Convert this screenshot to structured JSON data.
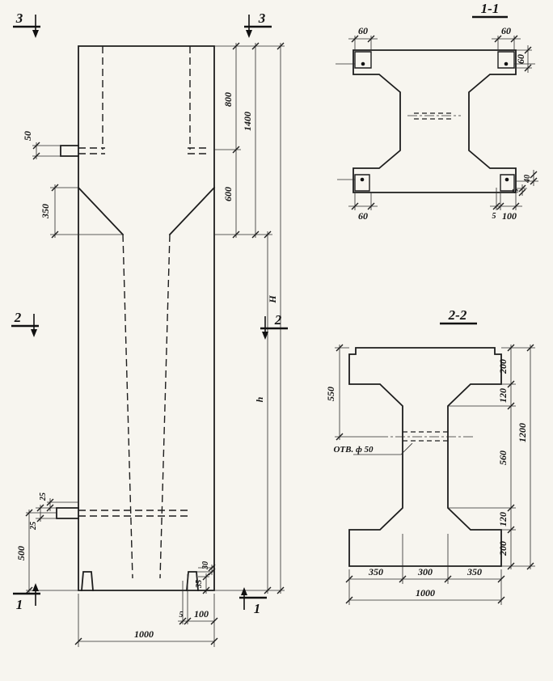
{
  "drawing": {
    "elevation": {
      "markers": {
        "top_left": "3",
        "top_right": "3",
        "mid_left": "2",
        "mid_right": "2",
        "bottom_left": "1",
        "bottom_right": "1"
      },
      "dims": {
        "d50": "50",
        "d350": "350",
        "d800": "800",
        "d1400": "1400",
        "d600": "600",
        "dH": "H",
        "dh": "h",
        "d25_top": "25",
        "d25_bottom": "25",
        "d500": "500",
        "d30": "30",
        "d35": "35",
        "d5": "5",
        "d100": "100",
        "d1000": "1000"
      }
    },
    "section_1_1": {
      "title": "1-1",
      "dims": {
        "top_left_60": "60",
        "top_right_60": "60",
        "right_top_60": "60",
        "bottom_left_60": "60",
        "bottom_5": "5",
        "bottom_100": "100",
        "right_40": "40",
        "right_5": "5"
      }
    },
    "section_2_2": {
      "title": "2-2",
      "hole_label": "ОТВ. ф 50",
      "dims": {
        "d550": "550",
        "d200_top": "200",
        "d120_top": "120",
        "d560": "560",
        "d120_bottom": "120",
        "d200_bottom": "200",
        "d1200": "1200",
        "d350_left": "350",
        "d300": "300",
        "d350_right": "350",
        "d1000": "1000"
      }
    }
  }
}
